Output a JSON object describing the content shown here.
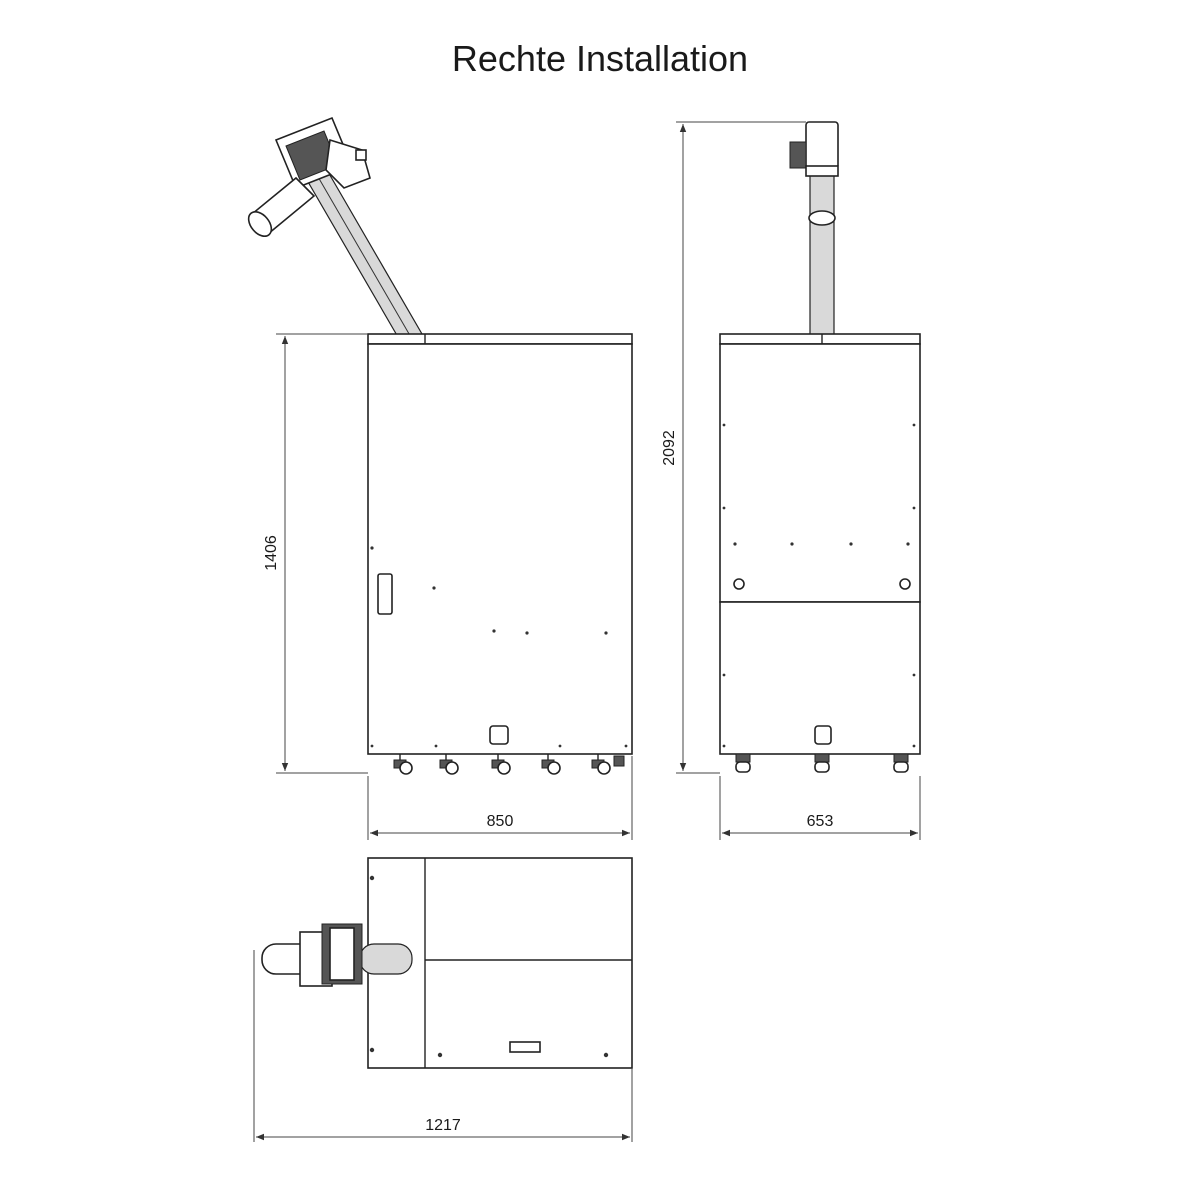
{
  "title": "Rechte Installation",
  "dimensions": {
    "front_height": "1406",
    "front_width": "850",
    "side_height": "2092",
    "side_width": "653",
    "top_length": "1217"
  }
}
